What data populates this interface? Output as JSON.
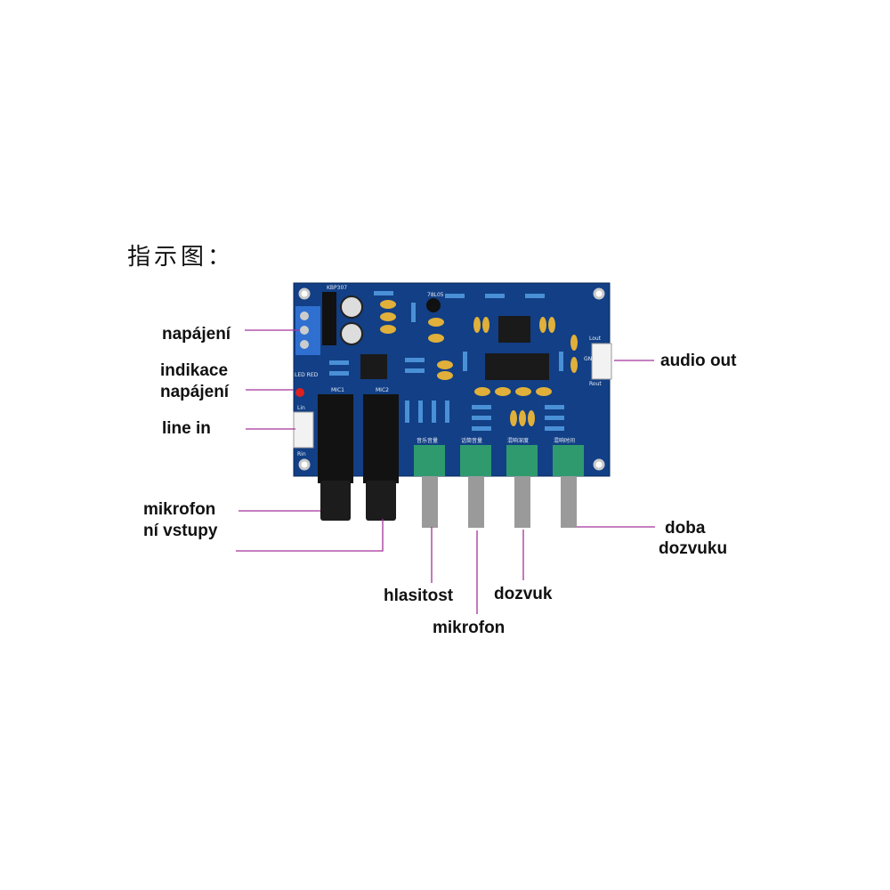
{
  "title": "指示图：",
  "labels": {
    "power": "napájení",
    "power_indicator_1": "indikace",
    "power_indicator_2": "napájení",
    "line_in": "line in",
    "mic_inputs_1": "mikrofon",
    "mic_inputs_2": "ní vstupy",
    "audio_out": "audio out",
    "volume": "hlasitost",
    "microphone": "mikrofon",
    "reverb": "dozvuk",
    "reverb_time_1": "doba",
    "reverb_time_2": "dozvuku"
  },
  "pcb_silkscreen": {
    "rectifier": "KBP307",
    "regulator": "78L05",
    "led": "LED RED",
    "mic1": "MIC1",
    "mic2": "MIC2",
    "lin": "Lin",
    "rin": "Rin",
    "lout": "Lout",
    "gnd": "GND",
    "rout": "Rout",
    "pot1": "音乐音量",
    "pot2": "话筒音量",
    "pot3": "混响深度",
    "pot4": "混响时间"
  },
  "colors": {
    "leader": "#a3339a",
    "pcb": "#0f3f82",
    "pot": "#2f9a6e"
  }
}
